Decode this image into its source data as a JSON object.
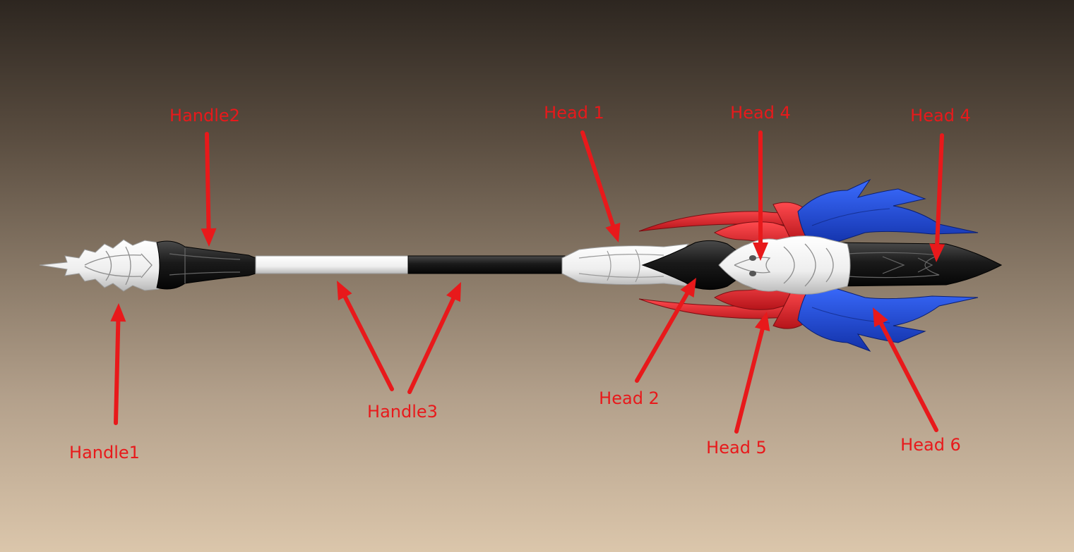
{
  "colors": {
    "label": "#e8191b",
    "arrow": "#e8191b",
    "white_part": "#f4f4f4",
    "black_part": "#1c1c1c",
    "red_part": "#e0262a",
    "blue_part": "#1e4ce0",
    "bg_top": "#2d2620",
    "bg_bottom": "#dbc6ab"
  },
  "labels": {
    "handle1": "Handle1",
    "handle2": "Handle2",
    "handle3": "Handle3",
    "head1": "Head 1",
    "head2": "Head 2",
    "head4_left": "Head 4",
    "head4_right": "Head 4",
    "head5": "Head 5",
    "head6": "Head 6"
  }
}
